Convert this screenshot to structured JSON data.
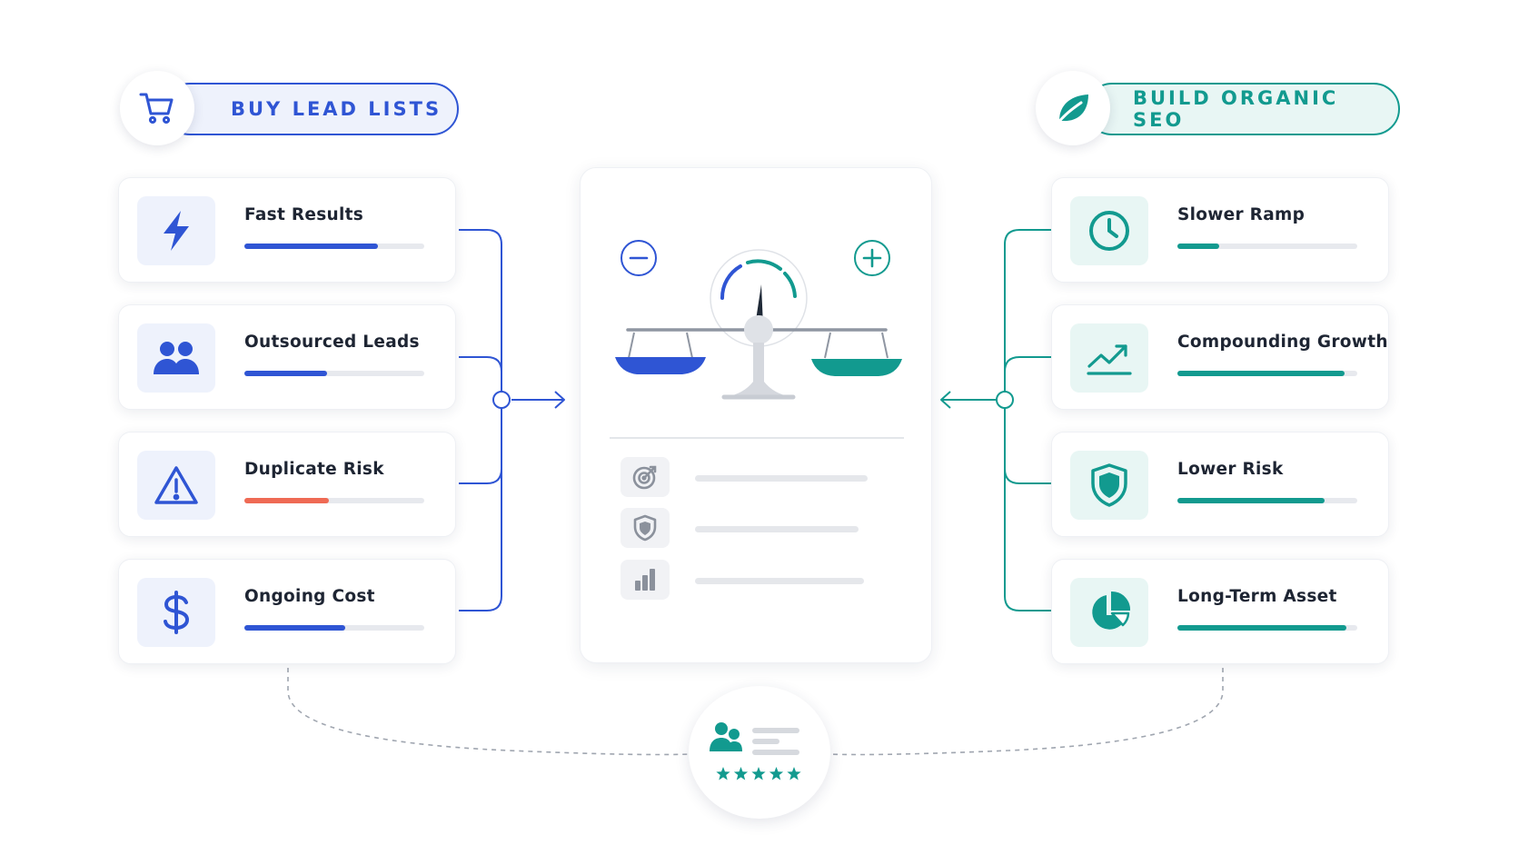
{
  "left": {
    "title": "BUY LEAD LISTS",
    "icon": "shopping-cart-icon",
    "color": "#2f55d4",
    "items": [
      {
        "label": "Fast Results",
        "icon": "lightning-icon",
        "level": 0.74,
        "bar_color": "#2f55d4"
      },
      {
        "label": "Outsourced Leads",
        "icon": "users-icon",
        "level": 0.46,
        "bar_color": "#2f55d4"
      },
      {
        "label": "Duplicate Risk",
        "icon": "warning-icon",
        "level": 0.47,
        "bar_color": "#ef6a54"
      },
      {
        "label": "Ongoing Cost",
        "icon": "dollar-icon",
        "level": 0.56,
        "bar_color": "#2f55d4"
      }
    ]
  },
  "right": {
    "title": "BUILD ORGANIC SEO",
    "icon": "leaf-icon",
    "color": "#129a8f",
    "items": [
      {
        "label": "Slower Ramp",
        "icon": "clock-icon",
        "level": 0.23,
        "bar_color": "#129a8f"
      },
      {
        "label": "Compounding Growth",
        "icon": "trend-up-icon",
        "level": 0.93,
        "bar_color": "#129a8f"
      },
      {
        "label": "Lower Risk",
        "icon": "shield-icon",
        "level": 0.82,
        "bar_color": "#129a8f"
      },
      {
        "label": "Long-Term Asset",
        "icon": "pie-chart-icon",
        "level": 0.94,
        "bar_color": "#129a8f"
      }
    ]
  },
  "center": {
    "icons": [
      "minus-icon",
      "plus-icon",
      "gauge-icon",
      "balance-scale-icon"
    ],
    "rows": [
      "target-icon",
      "shield-icon",
      "bar-chart-icon"
    ]
  },
  "bottom": {
    "icons": [
      "users-icon",
      "star-icon"
    ],
    "stars": 5
  }
}
